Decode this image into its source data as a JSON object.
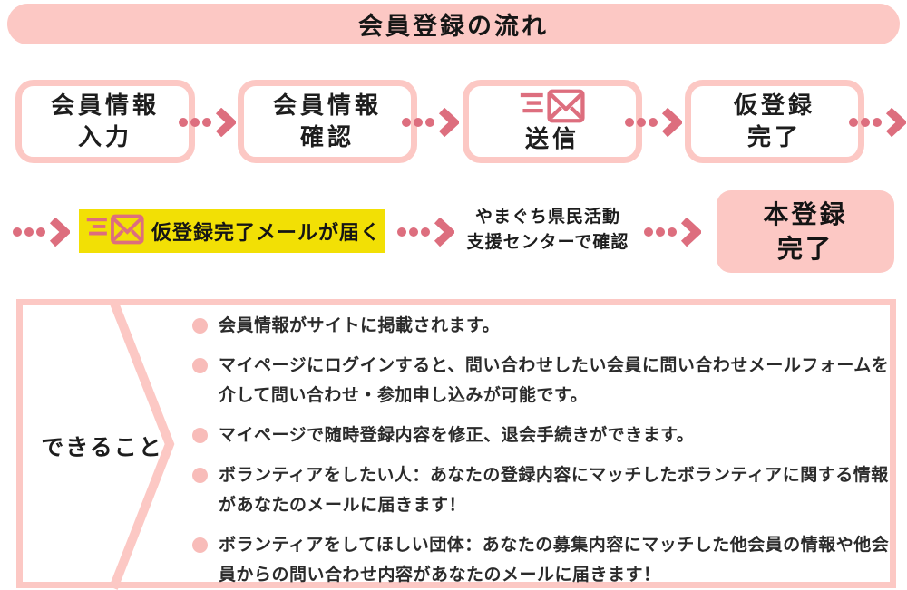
{
  "header": {
    "title": "会員登録の流れ"
  },
  "flow": {
    "steps": [
      {
        "name": "member-info-input",
        "line1": "会員情報",
        "line2": "入力"
      },
      {
        "name": "member-info-confirm",
        "line1": "会員情報",
        "line2": "確認"
      },
      {
        "name": "send",
        "line2": "送信",
        "icon": "send-mail-icon"
      },
      {
        "name": "temp-registration-complete",
        "line1": "仮登録",
        "line2": "完了"
      }
    ],
    "email_notice": {
      "icon": "send-mail-icon",
      "text": "仮登録完了メールが届く"
    },
    "center_note": {
      "line1": "やまぐち県民活動",
      "line2": "支援センターで確認"
    },
    "final_step": {
      "line1": "本登録",
      "line2": "完了"
    }
  },
  "capabilities": {
    "label": "できること",
    "items": [
      "会員情報がサイトに掲載されます。",
      "マイページにログインすると、問い合わせしたい会員に問い合わせメールフォームを介して問い合わせ・参加申し込みが可能です。",
      "マイページで随時登録内容を修正、退会手続きができます。",
      "ボランティアをしたい人：あなたの登録内容にマッチしたボランティアに関する情報があなたのメールに届きます！",
      "ボランティアをしてほしい団体：あなたの募集内容にマッチした他会員の情報や他会員からの問い合わせ内容があなたのメールに届きます！"
    ]
  },
  "colors": {
    "light_pink": "#FCC8C4",
    "rose": "#DD6E7E",
    "highlight_yellow": "#F2E005",
    "bullet_pink": "#F8BCB9",
    "text_black": "#1d1d1d"
  }
}
